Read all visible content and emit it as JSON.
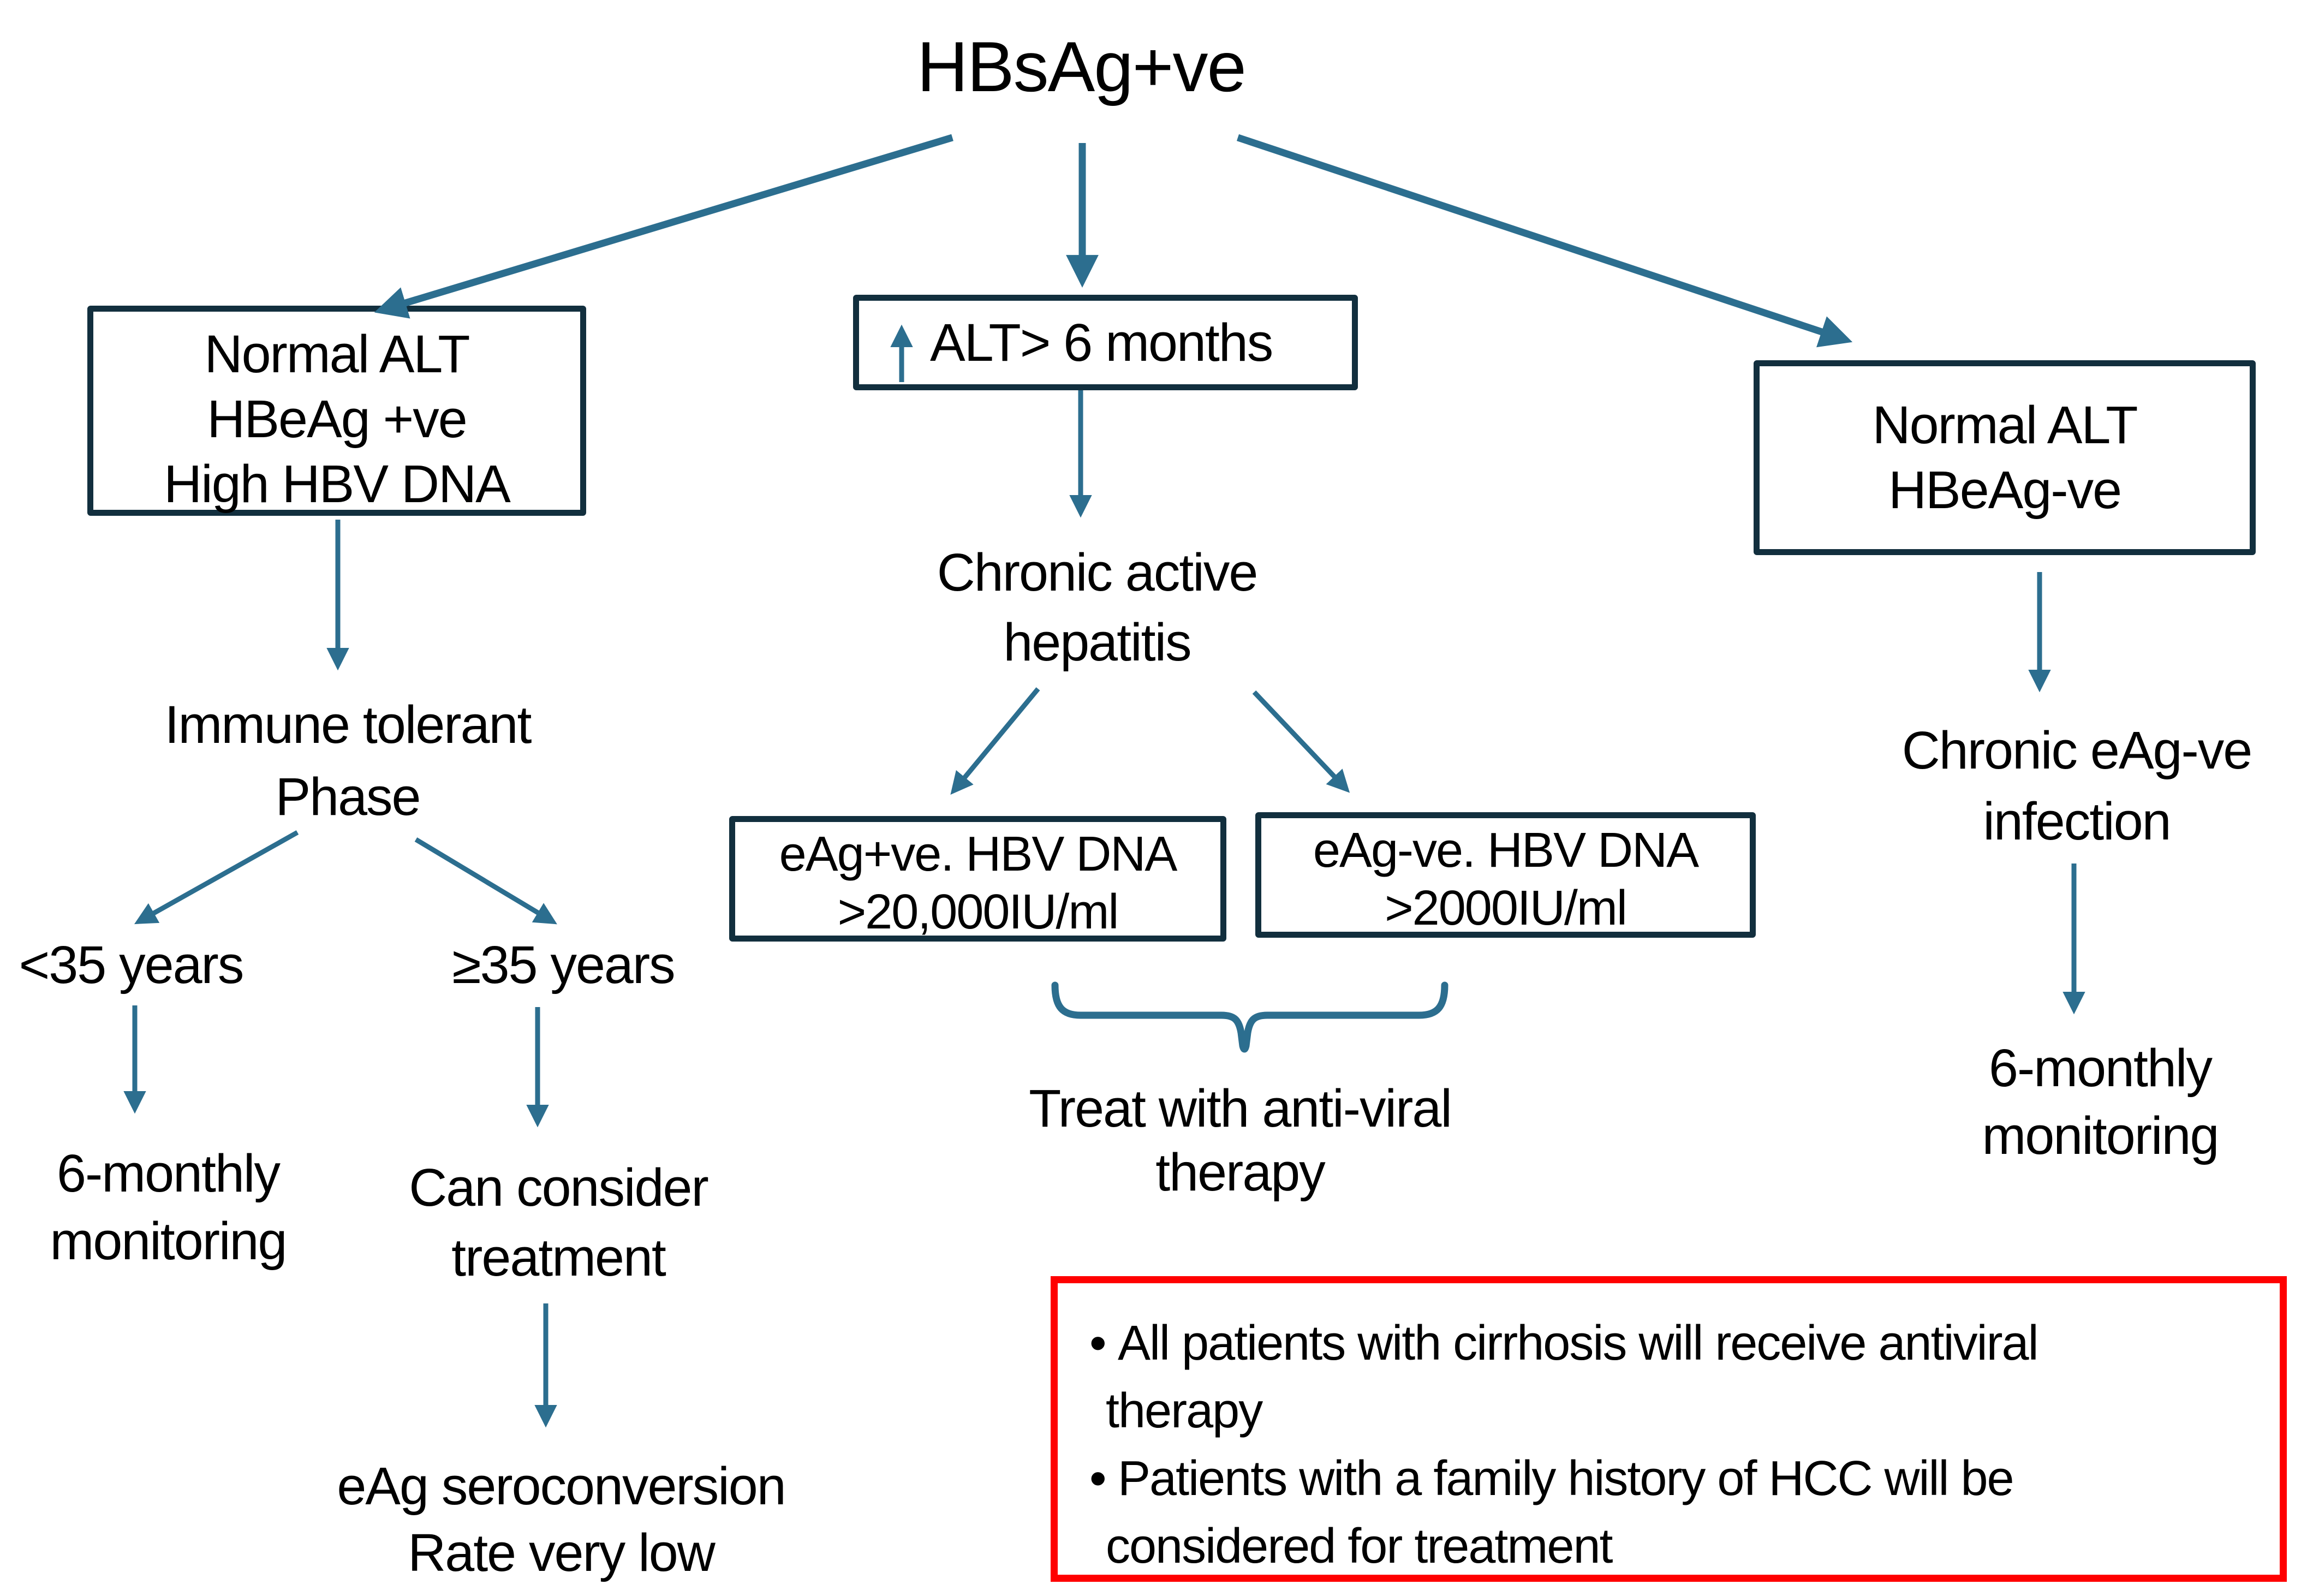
{
  "title": "HBsAg+ve",
  "colors": {
    "arrow": "#2C6E8F",
    "box_border": "#122F3E",
    "alert_border": "#FF0000",
    "text": "#000000"
  },
  "boxes": {
    "immune_criteria": {
      "lines": [
        "Normal ALT",
        "HBeAg +ve",
        "High HBV DNA"
      ]
    },
    "alt_elevated": {
      "icon": "up-arrow",
      "label": "ALT> 6 months"
    },
    "normal_alt_eag_neg": {
      "lines": [
        "Normal ALT",
        "HBeAg-ve"
      ]
    },
    "eag_pos_dna": {
      "lines": [
        "eAg+ve. HBV DNA",
        ">20,000IU/ml"
      ]
    },
    "eag_neg_dna": {
      "lines": [
        "eAg-ve. HBV DNA",
        ">2000IU/ml"
      ]
    }
  },
  "labels": {
    "immune_tolerant": {
      "lines": [
        "Immune tolerant",
        "Phase"
      ]
    },
    "under_35": "<35 years",
    "over_35": "≥35 years",
    "monitoring_left": {
      "lines": [
        "6-monthly",
        "monitoring"
      ]
    },
    "consider_treatment": {
      "lines": [
        "Can consider",
        "treatment"
      ]
    },
    "seroconversion": {
      "lines": [
        "eAg seroconversion",
        "Rate very low"
      ]
    },
    "chronic_active": {
      "lines": [
        "Chronic active",
        "hepatitis"
      ]
    },
    "treat_antiviral": {
      "lines": [
        "Treat with anti-viral",
        "therapy"
      ]
    },
    "chronic_eag_neg": {
      "lines": [
        "Chronic eAg-ve",
        "infection"
      ]
    },
    "monitoring_right": {
      "lines": [
        "6-monthly",
        "monitoring"
      ]
    }
  },
  "alert": {
    "bullet_glyph": "•",
    "bullets": [
      {
        "lines": [
          "All patients with cirrhosis will receive antiviral",
          "therapy"
        ]
      },
      {
        "lines": [
          "Patients with a family history of HCC will be",
          "considered for treatment"
        ]
      }
    ]
  }
}
